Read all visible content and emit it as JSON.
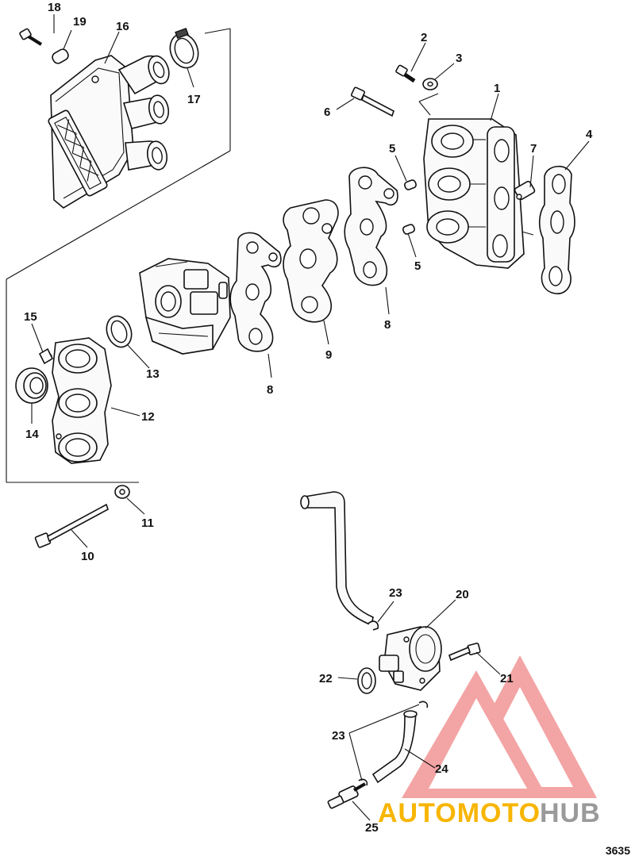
{
  "callouts": {
    "c1": "1",
    "c2": "2",
    "c3": "3",
    "c4": "4",
    "c5a": "5",
    "c5b": "5",
    "c6": "6",
    "c7": "7",
    "c8a": "8",
    "c8b": "8",
    "c9": "9",
    "c10": "10",
    "c11": "11",
    "c12": "12",
    "c13": "13",
    "c14": "14",
    "c15": "15",
    "c16": "16",
    "c17": "17",
    "c18": "18",
    "c19": "19",
    "c20": "20",
    "c21": "21",
    "c22": "22",
    "c23a": "23",
    "c23b": "23",
    "c24": "24",
    "c25": "25"
  },
  "watermark": {
    "word_part1": "AUTOMOTO",
    "word_part2": "HUB",
    "color_part1": "#f7b500",
    "color_part2": "#9a9a9a",
    "logo_color": "#f3a4a4"
  },
  "figure_number": "3635"
}
